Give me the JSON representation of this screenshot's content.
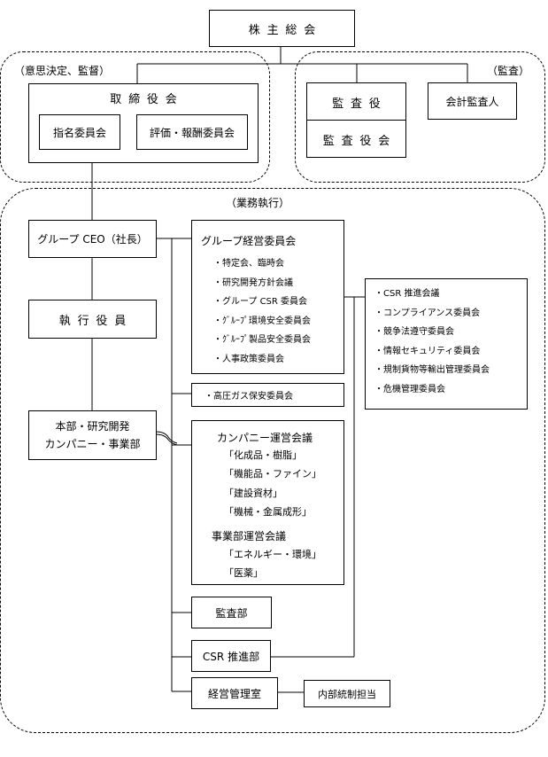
{
  "top": {
    "shareholders": "株主総会"
  },
  "governance": {
    "label": "（意思決定、監督）",
    "board": "取締役会",
    "nomination": "指名委員会",
    "compensation": "評価・報酬委員会"
  },
  "audit": {
    "label": "（監査）",
    "auditor": "監査役",
    "board": "監査役会",
    "accounting": "会計監査人"
  },
  "execution": {
    "label": "（業務執行）",
    "ceo": "グループ CEO（社長）",
    "officers": "執行役員",
    "divisions_line1": "本部・研究開発",
    "divisions_line2": "カンパニー・事業部",
    "group_committee": {
      "title": "グループ経営委員会",
      "items": [
        "・特定会、臨時会",
        "・研究開発方針会議",
        "・グループ CSR 委員会",
        "・ｸﾞﾙｰﾌﾟ環境安全委員会",
        "・ｸﾞﾙｰﾌﾟ製品安全委員会",
        "・人事政策委員会"
      ]
    },
    "csr_committees": [
      "・CSR 推進会議",
      "・コンプライアンス委員会",
      "・競争法遵守委員会",
      "・情報セキュリティ委員会",
      "・規制貨物等輸出管理委員会",
      "・危機管理委員会"
    ],
    "gas_committee": "・高圧ガス保安委員会",
    "company_meetings": {
      "title": "カンパニー運営会議",
      "items": [
        "「化成品・樹脂」",
        "「機能品・ファイン」",
        "「建設資材」",
        "「機械・金属成形」"
      ],
      "subtitle": "事業部運営会議",
      "sub_items": [
        "「エネルギー・環境」",
        "「医薬」"
      ]
    },
    "audit_dept": "監査部",
    "csr_dept": "CSR 推進部",
    "management_office": "経営管理室",
    "internal_control": "内部統制担当"
  }
}
